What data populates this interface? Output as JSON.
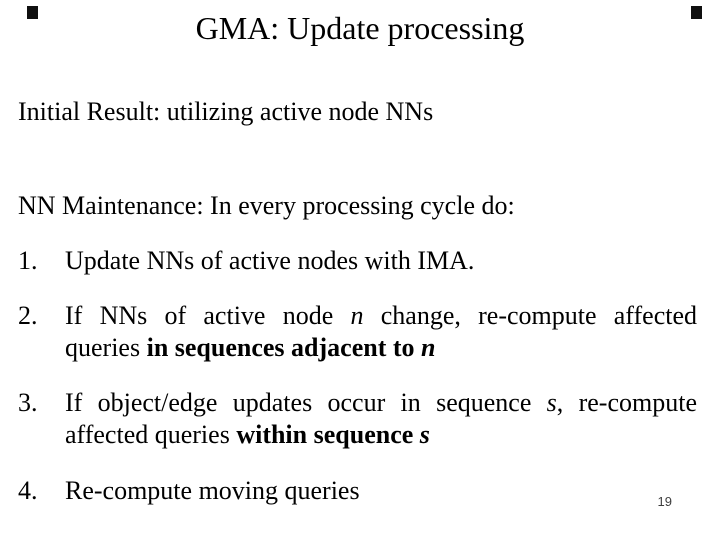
{
  "slide": {
    "title": "GMA: Update processing",
    "page_number": "19",
    "colors": {
      "background": "#ffffff",
      "text": "#000000",
      "corner_square": "#101010",
      "page_number": "#3d3d3d"
    },
    "paragraphs": [
      {
        "text": "Initial Result: utilizing active node NNs"
      },
      {
        "text": "NN Maintenance: In every processing cycle do:"
      }
    ],
    "items": [
      {
        "number": "1.",
        "lines": [
          {
            "justify": false,
            "segments": [
              {
                "text": "Update NNs of active nodes with IMA.",
                "style": "normal"
              }
            ]
          }
        ]
      },
      {
        "number": "2.",
        "lines": [
          {
            "justify": true,
            "segments": [
              {
                "text": "If NNs of active node ",
                "style": "normal"
              },
              {
                "text": "n",
                "style": "italic"
              },
              {
                "text": " change, re-compute affected",
                "style": "normal"
              }
            ]
          },
          {
            "justify": false,
            "segments": [
              {
                "text": "queries ",
                "style": "normal"
              },
              {
                "text": "in sequences adjacent to ",
                "style": "bold"
              },
              {
                "text": "n",
                "style": "bold-italic"
              }
            ]
          }
        ]
      },
      {
        "number": "3.",
        "lines": [
          {
            "justify": true,
            "segments": [
              {
                "text": "If object/edge updates occur in sequence ",
                "style": "normal"
              },
              {
                "text": "s",
                "style": "italic"
              },
              {
                "text": ", re-compute",
                "style": "normal"
              }
            ]
          },
          {
            "justify": false,
            "segments": [
              {
                "text": "affected queries ",
                "style": "normal"
              },
              {
                "text": "within sequence ",
                "style": "bold"
              },
              {
                "text": "s",
                "style": "bold-italic"
              }
            ]
          }
        ]
      },
      {
        "number": "4.",
        "lines": [
          {
            "justify": false,
            "segments": [
              {
                "text": "Re-compute moving queries",
                "style": "normal"
              }
            ]
          }
        ]
      }
    ]
  }
}
